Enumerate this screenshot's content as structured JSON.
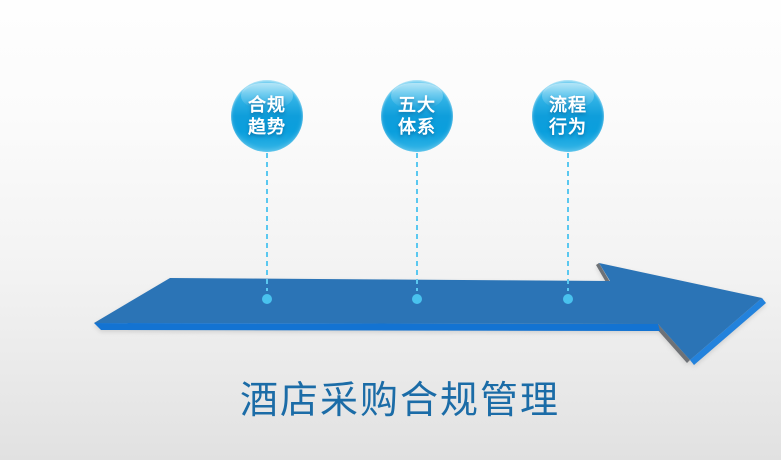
{
  "slide": {
    "title": "酒店采购合规管理",
    "nodes": [
      {
        "id": "compliance-trends",
        "lines": [
          "合规",
          "趋势"
        ]
      },
      {
        "id": "five-systems",
        "lines": [
          "五大",
          "体系"
        ]
      },
      {
        "id": "process-behavior",
        "lines": [
          "流程",
          "行为"
        ]
      }
    ],
    "colors": {
      "bubble_gradient_top": "#7dd3f2",
      "bubble_gradient_mid": "#0f9edb",
      "bubble_gradient_bottom": "#35b6e7",
      "bubble_text": "#ffffff",
      "connector_line": "#5ac8f0",
      "connector_dot": "#49c2ee",
      "arrow_body": "#2b74b6",
      "arrow_band": "#1373d2",
      "arrow_edge_highlight": "#2382dc",
      "arrow_shadow": "#6e7277",
      "title_text": "#1b6ca7",
      "background_top": "#fefefe",
      "background_bottom": "#e1e1e1"
    }
  }
}
